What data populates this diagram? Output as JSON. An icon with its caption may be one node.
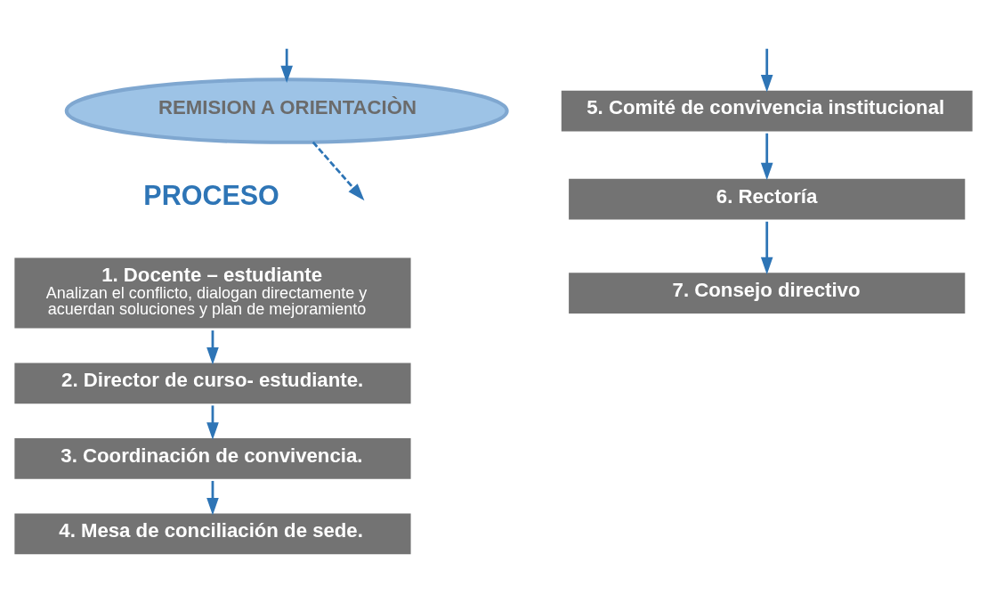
{
  "diagram": {
    "nodes": [
      {
        "text": [
          "REMISION A ORIENTACIÒN"
        ]
      },
      {
        "text": [
          "1. Docente – estudiante",
          "Analizan el conflicto, dialogan directamente y acuerdan soluciones y plan de mejoramiento"
        ]
      },
      {
        "text": [
          "2. Director de curso- estudiante."
        ]
      },
      {
        "text": [
          "3. Coordinación de convivencia."
        ]
      },
      {
        "text": [
          "4. Mesa de conciliación de sede."
        ]
      },
      {
        "text": [
          "5. Comité de convivencia institucional"
        ]
      },
      {
        "text": [
          "6. Rectoría"
        ]
      },
      {
        "text": [
          "7. Consejo directivo"
        ]
      }
    ],
    "edges": [
      {
        "from": 0,
        "to": null,
        "arrow": "to",
        "style": "dashed"
      },
      {
        "from": null,
        "to": 0,
        "arrow": "to"
      },
      {
        "from": 1,
        "to": 2,
        "arrow": "to"
      },
      {
        "from": 2,
        "to": 3,
        "arrow": "to"
      },
      {
        "from": 3,
        "to": 4,
        "arrow": "to"
      },
      {
        "from": null,
        "to": 5,
        "arrow": "to"
      },
      {
        "from": 5,
        "to": 6,
        "arrow": "to"
      },
      {
        "from": 6,
        "to": 7,
        "arrow": "to"
      }
    ],
    "labels": [
      "PROCESO"
    ]
  }
}
